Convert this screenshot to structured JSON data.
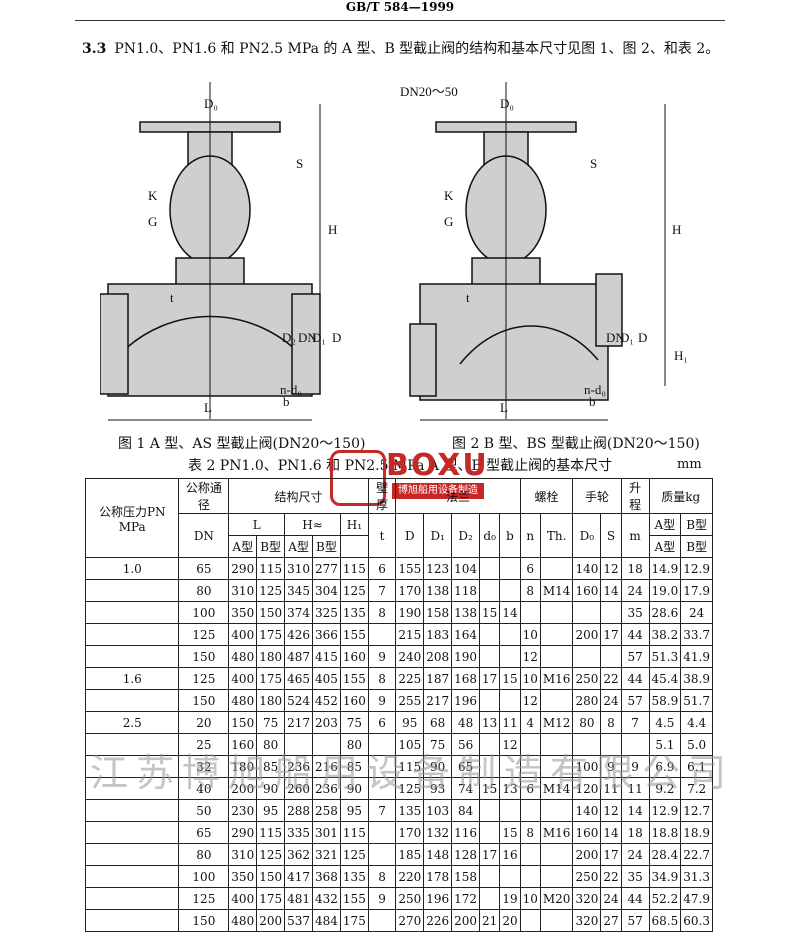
{
  "header": {
    "title": "GB/T 584—1999"
  },
  "intro": {
    "number": "3.3",
    "text": "PN1.0、PN1.6 和 PN2.5 MPa 的 A 型、B 型截止阀的结构和基本尺寸见图 1、图 2、和表 2。"
  },
  "diagram_labels": [
    "DN20～50",
    "D₀",
    "S",
    "K",
    "G",
    "H",
    "L",
    "DN",
    "D₁",
    "D",
    "D₂",
    "b",
    "t",
    "n-d₀",
    "H₁"
  ],
  "captions": {
    "fig1": "图 1  A 型、AS 型截止阀(DN20～150)",
    "fig2": "图 2  B 型、BS 型截止阀(DN20～150)"
  },
  "table": {
    "title": "表 2  PN1.0、PN1.6 和 PN2.5 MPa A 型、B 型截止阀的基本尺寸",
    "unit": "mm",
    "header_row1": [
      "公称压力PN MPa",
      "公称通径",
      "结构尺寸",
      "壁厚",
      "法兰",
      "螺栓",
      "手轮",
      "升程",
      "质量kg"
    ],
    "header_row2": [
      "L",
      "H≈",
      "H₁",
      "t",
      "D",
      "D₁",
      "D₂",
      "d₀",
      "b",
      "n",
      "Th.",
      "D₀",
      "S",
      "m",
      "A型",
      "B型"
    ],
    "header_row3": [
      "DN",
      "A型",
      "B型",
      "A型",
      "B型"
    ],
    "rows": [
      [
        "1.0",
        "65",
        "290",
        "115",
        "310",
        "277",
        "115",
        "6",
        "155",
        "123",
        "104",
        "",
        "",
        "6",
        "",
        "140",
        "12",
        "18",
        "14.9",
        "12.9"
      ],
      [
        "",
        "80",
        "310",
        "125",
        "345",
        "304",
        "125",
        "7",
        "170",
        "138",
        "118",
        "",
        "",
        "8",
        "M14",
        "160",
        "14",
        "24",
        "19.0",
        "17.9"
      ],
      [
        "",
        "100",
        "350",
        "150",
        "374",
        "325",
        "135",
        "8",
        "190",
        "158",
        "138",
        "15",
        "14",
        "",
        "",
        "",
        "",
        "35",
        "28.6",
        "24"
      ],
      [
        "",
        "125",
        "400",
        "175",
        "426",
        "366",
        "155",
        "",
        "215",
        "183",
        "164",
        "",
        "",
        "10",
        "",
        "200",
        "17",
        "44",
        "38.2",
        "33.7"
      ],
      [
        "",
        "150",
        "480",
        "180",
        "487",
        "415",
        "160",
        "9",
        "240",
        "208",
        "190",
        "",
        "",
        "12",
        "",
        "",
        "",
        "57",
        "51.3",
        "41.9"
      ],
      [
        "1.6",
        "125",
        "400",
        "175",
        "465",
        "405",
        "155",
        "8",
        "225",
        "187",
        "168",
        "17",
        "15",
        "10",
        "M16",
        "250",
        "22",
        "44",
        "45.4",
        "38.9"
      ],
      [
        "",
        "150",
        "480",
        "180",
        "524",
        "452",
        "160",
        "9",
        "255",
        "217",
        "196",
        "",
        "",
        "12",
        "",
        "280",
        "24",
        "57",
        "58.9",
        "51.7"
      ],
      [
        "2.5",
        "20",
        "150",
        "75",
        "217",
        "203",
        "75",
        "6",
        "95",
        "68",
        "48",
        "13",
        "11",
        "4",
        "M12",
        "80",
        "8",
        "7",
        "4.5",
        "4.4"
      ],
      [
        "",
        "25",
        "160",
        "80",
        "",
        "",
        "80",
        "",
        "105",
        "75",
        "56",
        "",
        "12",
        "",
        "",
        "",
        "",
        "",
        "5.1",
        "5.0"
      ],
      [
        "",
        "32",
        "180",
        "85",
        "236",
        "216",
        "85",
        "",
        "115",
        "90",
        "65",
        "",
        "",
        "",
        "",
        "100",
        "9",
        "9",
        "6.9",
        "6.1"
      ],
      [
        "",
        "40",
        "200",
        "90",
        "260",
        "236",
        "90",
        "",
        "125",
        "93",
        "74",
        "15",
        "13",
        "6",
        "M14",
        "120",
        "11",
        "11",
        "9.2",
        "7.2"
      ],
      [
        "",
        "50",
        "230",
        "95",
        "288",
        "258",
        "95",
        "7",
        "135",
        "103",
        "84",
        "",
        "",
        "",
        "",
        "140",
        "12",
        "14",
        "12.9",
        "12.7"
      ],
      [
        "",
        "65",
        "290",
        "115",
        "335",
        "301",
        "115",
        "",
        "170",
        "132",
        "116",
        "",
        "15",
        "8",
        "M16",
        "160",
        "14",
        "18",
        "18.8",
        "18.9"
      ],
      [
        "",
        "80",
        "310",
        "125",
        "362",
        "321",
        "125",
        "",
        "185",
        "148",
        "128",
        "17",
        "16",
        "",
        "",
        "200",
        "17",
        "24",
        "28.4",
        "22.7"
      ],
      [
        "",
        "100",
        "350",
        "150",
        "417",
        "368",
        "135",
        "8",
        "220",
        "178",
        "158",
        "",
        "",
        "",
        "",
        "250",
        "22",
        "35",
        "34.9",
        "31.3"
      ],
      [
        "",
        "125",
        "400",
        "175",
        "481",
        "432",
        "155",
        "9",
        "250",
        "196",
        "172",
        "",
        "19",
        "10",
        "M20",
        "320",
        "24",
        "44",
        "52.2",
        "47.9"
      ],
      [
        "",
        "150",
        "480",
        "200",
        "537",
        "484",
        "175",
        "",
        "270",
        "226",
        "200",
        "21",
        "20",
        "",
        "",
        "320",
        "27",
        "57",
        "68.5",
        "60.3"
      ]
    ]
  },
  "watermark": "江苏博旭船用设备制造有限公司",
  "logo": {
    "main": "BOXU",
    "sub": "博旭船用设备制造"
  }
}
